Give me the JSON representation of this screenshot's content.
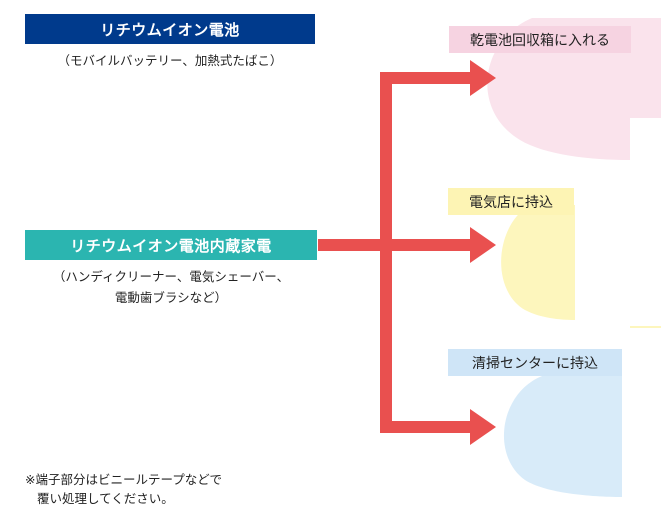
{
  "left": {
    "battery": {
      "title": "リチウムイオン電池",
      "subtitle": "（モバイルバッテリー、加熱式たばこ）"
    },
    "appliance": {
      "title": "リチウムイオン電池内蔵家電",
      "subtitle_line1": "（ハンディクリーナー、電気シェーバー、",
      "subtitle_line2": "電動歯ブラシなど）"
    }
  },
  "destinations": [
    {
      "label": "乾電池回収箱に入れる",
      "color": "#f6d3e1"
    },
    {
      "label": "電気店に持込",
      "color": "#fdf4b4"
    },
    {
      "label": "清掃センターに持込",
      "color": "#cfe5f7"
    }
  ],
  "note": {
    "line1": "※端子部分はビニールテープなどで",
    "line2": "覆い処理してください。"
  },
  "colors": {
    "battery_header": "#003a8c",
    "appliance_header": "#2bb5b0",
    "arrow": "#e9504f"
  }
}
